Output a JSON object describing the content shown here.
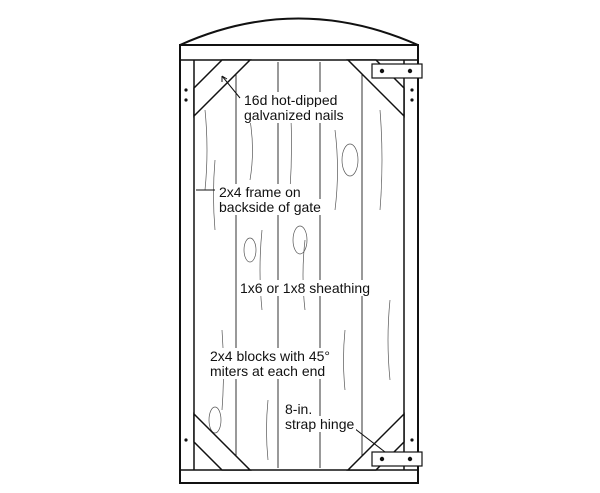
{
  "labels": {
    "nails": [
      "16d hot-dipped",
      "galvanized nails"
    ],
    "frame": [
      "2x4 frame on",
      "backside of gate"
    ],
    "sheathing": "1x6 or 1x8 sheathing",
    "blocks": [
      "2x4 blocks with 45°",
      "miters at each end"
    ],
    "hinge": [
      "8-in.",
      "strap hinge"
    ]
  }
}
